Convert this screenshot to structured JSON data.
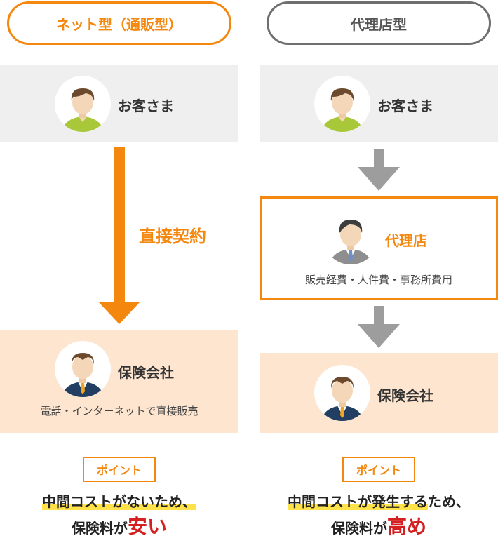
{
  "headers": {
    "net": "ネット型（通販型）",
    "agent": "代理店型"
  },
  "left": {
    "customer": "お客さま",
    "contract": "直接契約",
    "company": "保険会社",
    "company_sub": "電話・インターネットで直接販売",
    "point": "ポイント",
    "summary_line1": "中間コストがないため、",
    "summary_line2_prefix": "保険料が",
    "summary_line2_emph": "安い"
  },
  "right": {
    "customer": "お客さま",
    "agency": "代理店",
    "agency_sub": "販売経費・人件費・事務所費用",
    "company": "保険会社",
    "point": "ポイント",
    "summary_line1_hl": "中間コストが発生する",
    "summary_line1_rest": "ため、",
    "summary_line2_prefix": "保険料が",
    "summary_line2_emph": "高め"
  },
  "colors": {
    "accent": "#f4870e",
    "gray_arrow": "#9d9d9d",
    "emphasis": "#d42020",
    "highlight": "#ffe24a"
  }
}
